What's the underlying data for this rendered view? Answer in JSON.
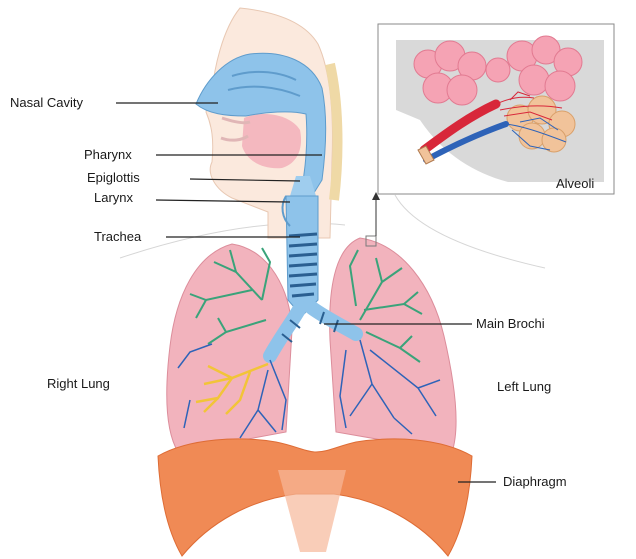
{
  "labels": {
    "nasal_cavity": "Nasal Cavity",
    "pharynx": "Pharynx",
    "epiglottis": "Epiglottis",
    "larynx": "Larynx",
    "trachea": "Trachea",
    "alveoli": "Alveoli",
    "main_bronchi": "Main Brochi",
    "right_lung": "Right Lung",
    "left_lung": "Left Lung",
    "diaphragm": "Diaphragm"
  },
  "colors": {
    "airway_blue": "#8ec3ea",
    "lung_pink": "#f2b3bd",
    "bronchiole_green": "#3aa37a",
    "bronchiole_yellow": "#f2c438",
    "vessel_blue": "#2e63b8",
    "vessel_red": "#d8273a",
    "diaphragm_orange": "#f08a55",
    "inset_bg": "#d9d9d9",
    "alveoli_pink": "#f5a3b4"
  }
}
